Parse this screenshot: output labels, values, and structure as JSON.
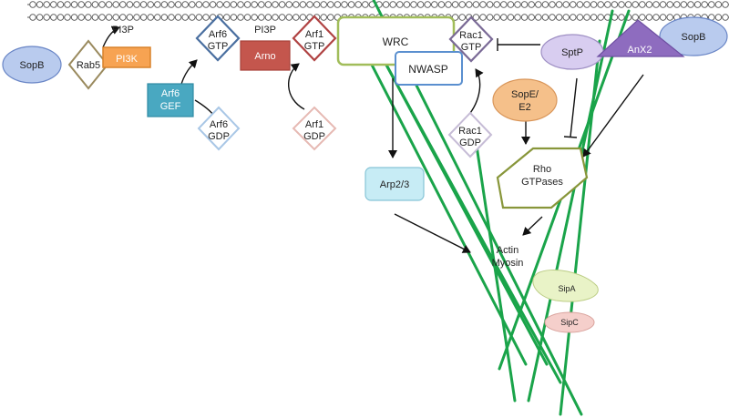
{
  "nodes": {
    "sopb_left": "SopB",
    "rab5": "Rab5",
    "pi3k": "PI3K",
    "pi3p_a": "PI3P",
    "arf6_gtp": [
      "Arf6",
      "GTP"
    ],
    "pi3p_b": "PI3P",
    "arno": "Arno",
    "arf1_gtp": [
      "Arf1",
      "GTP"
    ],
    "arf6_gef": [
      "Arf6",
      "GEF"
    ],
    "arf6_gdp": [
      "Arf6",
      "GDP"
    ],
    "arf1_gdp": [
      "Arf1",
      "GDP"
    ],
    "wrc": "WRC",
    "nwasp": "NWASP",
    "rac1_gtp": [
      "Rac1",
      "GTP"
    ],
    "rac1_gdp": [
      "Rac1",
      "GDP"
    ],
    "sope": [
      "SopE/",
      "E2"
    ],
    "arp23": "Arp2/3",
    "sptp": "SptP",
    "anx2": "AnX2",
    "sopb_right": "SopB",
    "rho": [
      "Rho",
      "GTPases"
    ],
    "actin": [
      "Actin",
      "Myosin"
    ],
    "sipa": "SipA",
    "sipc": "SipC"
  },
  "colors": {
    "filament": "#1aa44a",
    "sopb_fill": "#b9cbee",
    "sopb_stroke": "#6a86c6",
    "rab5_stroke": "#9a8a5e",
    "pi3k_fill": "#f7a352",
    "pi3k_stroke": "#d9822a",
    "arf6_stroke": "#4a6fa0",
    "arno_fill": "#c4564d",
    "arf1_stroke": "#b04343",
    "arf6_gef_fill": "#49a8c1",
    "arf6_gdp_stroke": "#a9c7e6",
    "arf1_gdp_stroke": "#e6b9b3",
    "wrc_stroke": "#a1bd5a",
    "nwasp_stroke": "#5a8fcf",
    "rac1_stroke": "#7a6a96",
    "rac1_gdp_stroke": "#c6bcd6",
    "sope_fill": "#f5c08a",
    "arp_fill": "#c7ecf5",
    "sptp_fill": "#d8cdf0",
    "anx2_fill": "#8e6cbf",
    "rho_stroke": "#88963a",
    "sipa_fill": "#e9f3c7",
    "sipc_fill": "#f5cfcb"
  }
}
